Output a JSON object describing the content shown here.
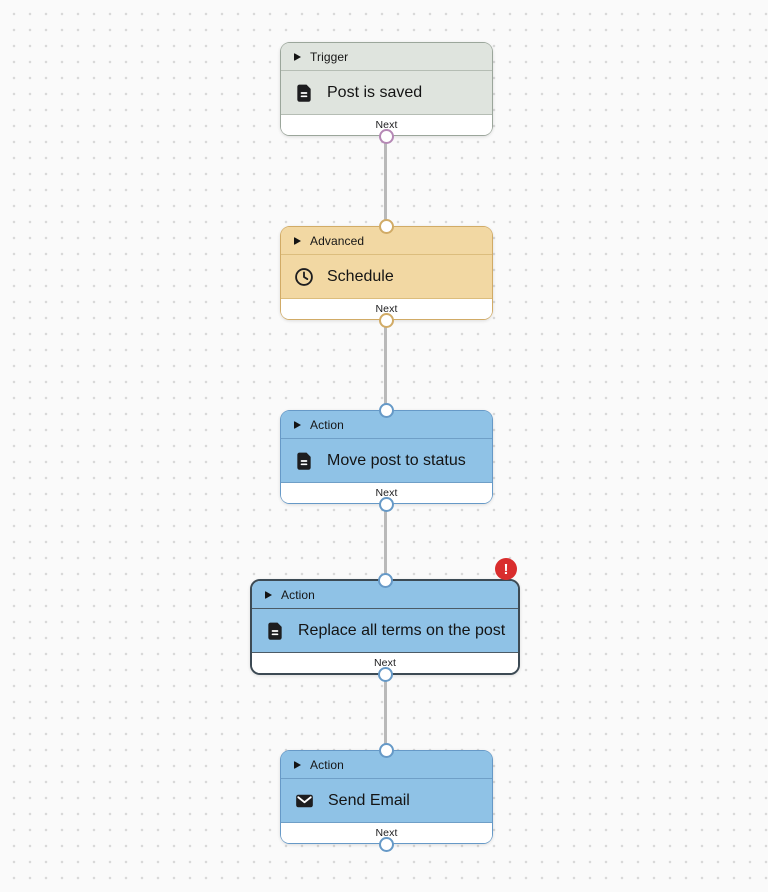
{
  "canvas": {
    "theme": {
      "bg": "#fafafa",
      "dot": "#d9d9d9",
      "line": "#b9b9b9"
    }
  },
  "nodes": [
    {
      "category": "Trigger",
      "title": "Post is saved",
      "icon": "document-icon",
      "next_label": "Next",
      "has_input_port": false,
      "has_output_port": true,
      "error": false,
      "theme": {
        "fill": "#dfe4de",
        "border": "#9ba69b",
        "divider": "#b5bdb4",
        "port": "#b588b5"
      }
    },
    {
      "category": "Advanced",
      "title": "Schedule",
      "icon": "clock-icon",
      "next_label": "Next",
      "has_input_port": true,
      "has_output_port": true,
      "error": false,
      "theme": {
        "fill": "#f2d8a3",
        "border": "#d1ab66",
        "divider": "#dcbd7d",
        "port": "#d1ab66"
      }
    },
    {
      "category": "Action",
      "title": "Move post to status",
      "icon": "document-icon",
      "next_label": "Next",
      "has_input_port": true,
      "has_output_port": true,
      "error": false,
      "theme": {
        "fill": "#8fc2e6",
        "border": "#6699c7",
        "divider": "#6f9fc7",
        "port": "#6699c7"
      }
    },
    {
      "category": "Action",
      "title": "Replace all terms on the post",
      "icon": "document-icon",
      "next_label": "Next",
      "has_input_port": true,
      "has_output_port": true,
      "error": true,
      "theme": {
        "fill": "#8fc2e6",
        "border": "#3c4a54",
        "divider": "#4c5b66",
        "port": "#6699c7"
      }
    },
    {
      "category": "Action",
      "title": "Send Email",
      "icon": "envelope-icon",
      "next_label": "Next",
      "has_input_port": true,
      "has_output_port": true,
      "error": false,
      "theme": {
        "fill": "#8fc2e6",
        "border": "#6699c7",
        "divider": "#6f9fc7",
        "port": "#6699c7"
      }
    }
  ],
  "error_badge": {
    "symbol": "!",
    "bg": "#d92d2d",
    "fg": "#ffffff"
  }
}
